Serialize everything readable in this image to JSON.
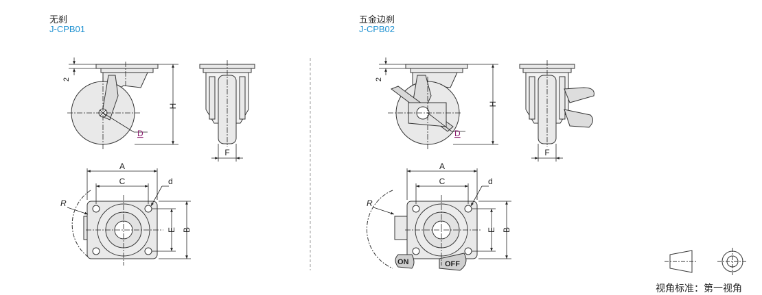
{
  "left": {
    "title": "无刹",
    "code": "J-CPB01"
  },
  "right": {
    "title": "五金边刹",
    "code": "J-CPB02"
  },
  "dims": {
    "A": "A",
    "B": "B",
    "C": "C",
    "E": "E",
    "F": "F",
    "H": "H",
    "R": "R",
    "D": "D",
    "d": "d",
    "two": "2"
  },
  "lock": {
    "on": "ON",
    "off": "OFF"
  },
  "projection": {
    "label": "视角标准",
    "sep": "：",
    "value": "第一视角"
  },
  "colors": {
    "line": "#333333",
    "fill": "#e9e9e9",
    "code": "#1a8fd0",
    "marker": "#8b1c6e"
  }
}
